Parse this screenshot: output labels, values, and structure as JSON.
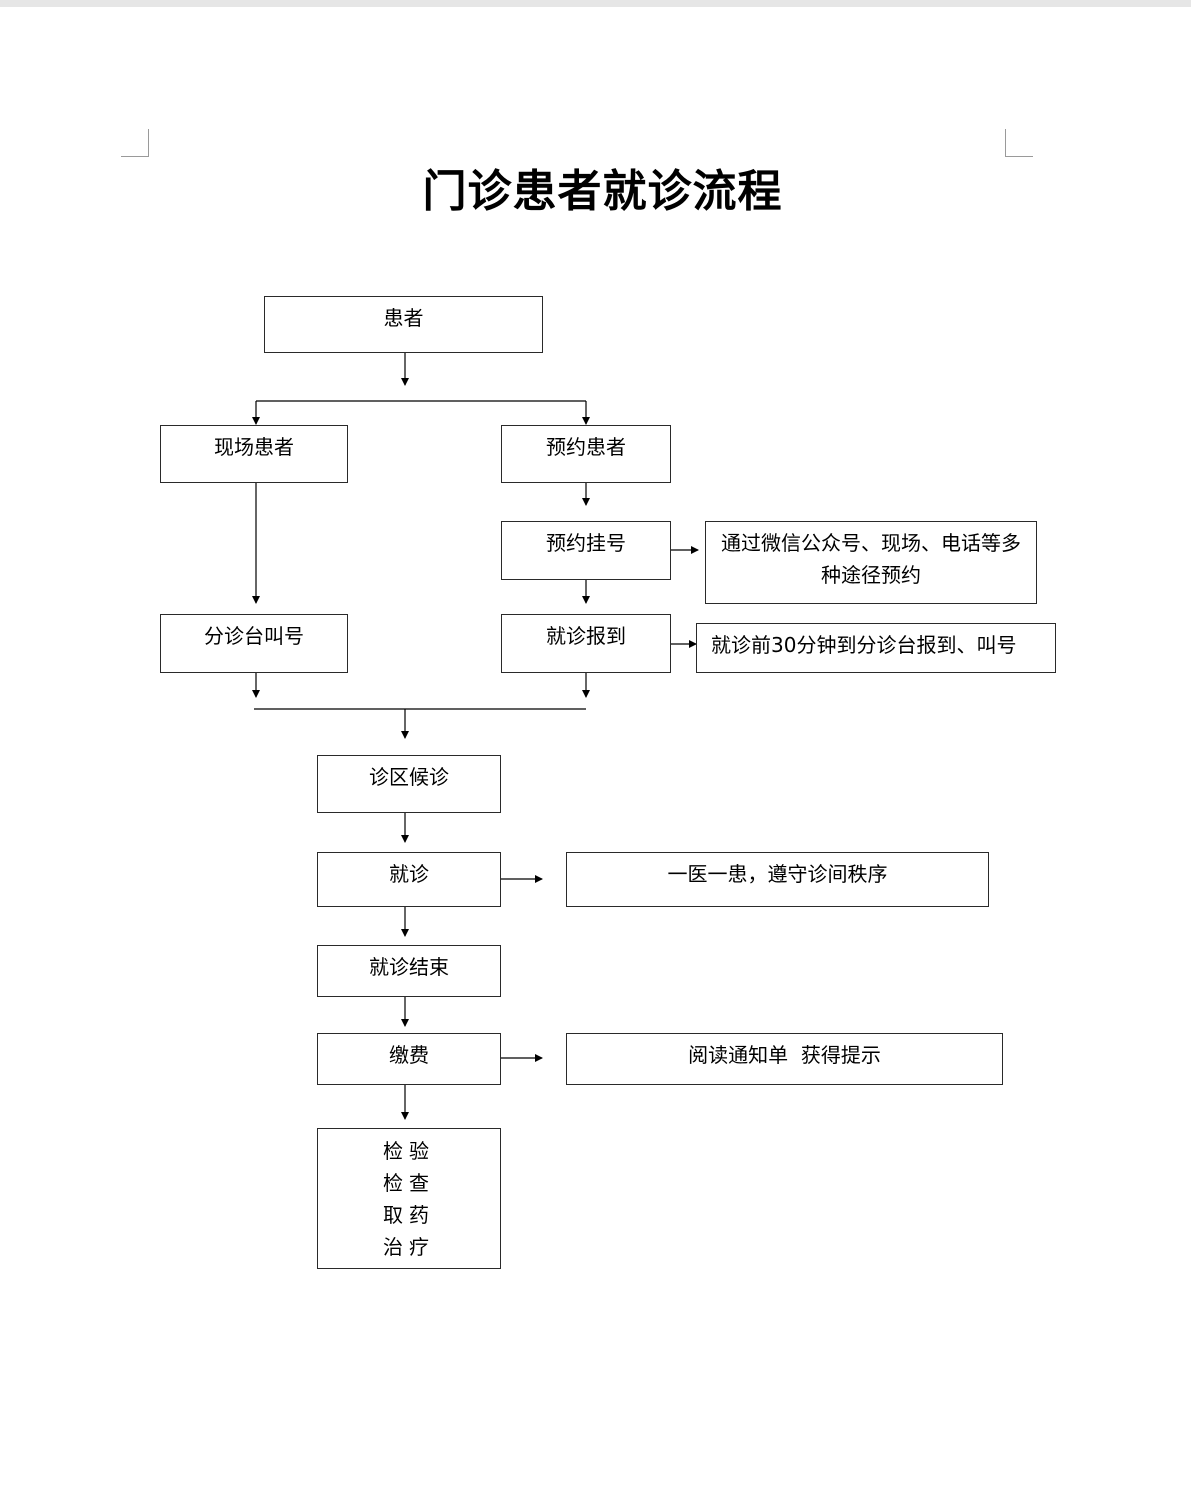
{
  "title": "门诊患者就诊流程",
  "nodes": {
    "patient": "患者",
    "walk_in": "现场患者",
    "appointment": "预约患者",
    "book": "预约挂号",
    "book_note": "通过微信公众号、现场、电话等多种途径预约",
    "triage_call": "分诊台叫号",
    "checkin": "就诊报到",
    "checkin_note": "就诊前30分钟到分诊台报到、叫号",
    "waiting": "诊区候诊",
    "consult": "就诊",
    "consult_note": "一医一患，遵守诊间秩序",
    "consult_end": "就诊结束",
    "payment": "缴费",
    "payment_note": "阅读通知单  获得提示",
    "final_lines": [
      "检验",
      "检查",
      "取药",
      "治疗"
    ]
  }
}
